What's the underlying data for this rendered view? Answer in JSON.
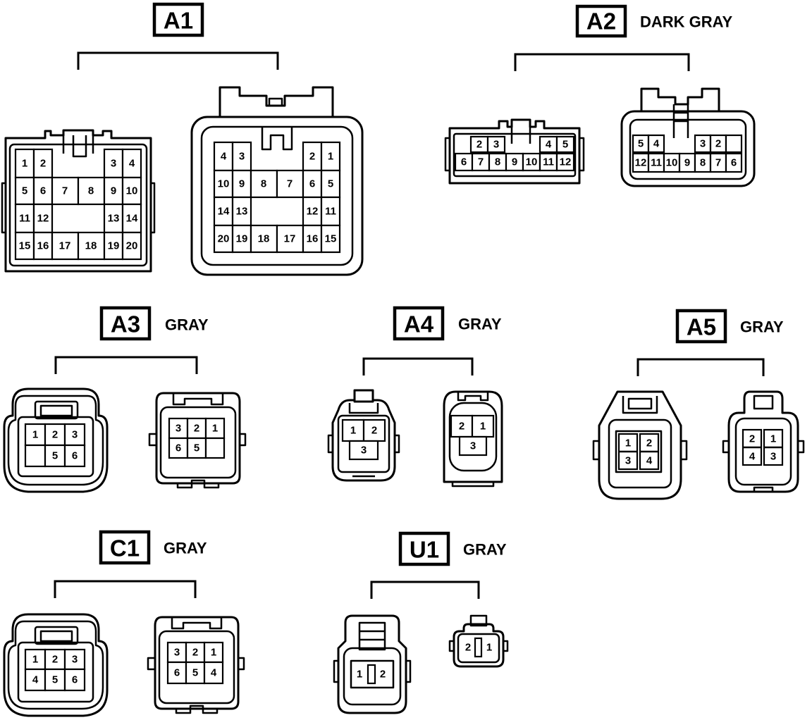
{
  "connectors": [
    {
      "id": "A1",
      "color": "",
      "views": [
        {
          "rows": [
            [
              "1",
              "2",
              "",
              "",
              "",
              "",
              "3",
              "4"
            ],
            [
              "5",
              "6",
              "7",
              "8",
              "",
              "9",
              "",
              "10"
            ],
            [
              "11",
              "12",
              "",
              "",
              "",
              "",
              "13",
              "14"
            ],
            [
              "15",
              "16",
              "17",
              "18",
              "",
              "19",
              "",
              "20"
            ]
          ]
        },
        {
          "rows": [
            [
              "4",
              "3",
              "",
              "",
              "",
              "",
              "2",
              "1"
            ],
            [
              "10",
              "9",
              "8",
              "",
              "7",
              "",
              "6",
              "5"
            ],
            [
              "14",
              "13",
              "",
              "",
              "",
              "",
              "12",
              "11"
            ],
            [
              "20",
              "19",
              "18",
              "",
              "17",
              "",
              "16",
              "15"
            ]
          ]
        }
      ]
    },
    {
      "id": "A2",
      "color": "DARK GRAY",
      "views": [
        {
          "rows": [
            [
              "",
              "2",
              "3",
              "",
              "",
              "",
              "",
              "4",
              "5"
            ],
            [
              "6",
              "7",
              "8",
              "9",
              "10",
              "11",
              "12"
            ]
          ]
        },
        {
          "rows": [
            [
              "5",
              "4",
              "",
              "",
              "3",
              "2",
              ""
            ],
            [
              "12",
              "11",
              "10",
              "9",
              "8",
              "7",
              "6"
            ]
          ]
        }
      ]
    },
    {
      "id": "A3",
      "color": "GRAY",
      "views": [
        {
          "rows": [
            [
              "1",
              "2",
              "3"
            ],
            [
              "",
              "5",
              "6"
            ]
          ]
        },
        {
          "rows": [
            [
              "3",
              "2",
              "1"
            ],
            [
              "6",
              "5",
              ""
            ]
          ]
        }
      ]
    },
    {
      "id": "A4",
      "color": "GRAY",
      "views": [
        {
          "rows": [
            [
              "1",
              "2"
            ],
            [
              "3"
            ]
          ]
        },
        {
          "rows": [
            [
              "2",
              "1"
            ],
            [
              "3"
            ]
          ]
        }
      ]
    },
    {
      "id": "A5",
      "color": "GRAY",
      "views": [
        {
          "rows": [
            [
              "1",
              "2"
            ],
            [
              "3",
              "4"
            ]
          ]
        },
        {
          "rows": [
            [
              "2",
              "1"
            ],
            [
              "4",
              "3"
            ]
          ]
        }
      ]
    },
    {
      "id": "C1",
      "color": "GRAY",
      "views": [
        {
          "rows": [
            [
              "1",
              "2",
              "3"
            ],
            [
              "4",
              "5",
              "6"
            ]
          ]
        },
        {
          "rows": [
            [
              "3",
              "2",
              "1"
            ],
            [
              "6",
              "5",
              "4"
            ]
          ]
        }
      ]
    },
    {
      "id": "U1",
      "color": "GRAY",
      "views": [
        {
          "rows": [
            [
              "1",
              "2"
            ]
          ]
        },
        {
          "rows": [
            [
              "2",
              "1"
            ]
          ]
        }
      ]
    }
  ]
}
